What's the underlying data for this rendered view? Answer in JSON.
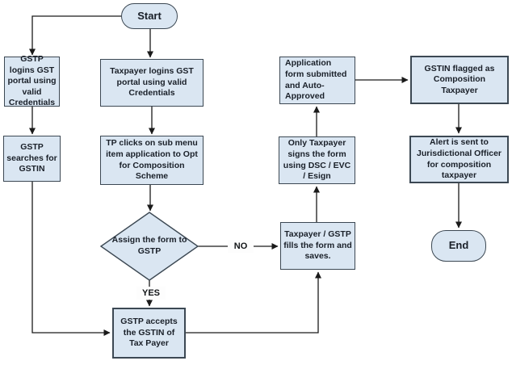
{
  "diagram_type": "flowchart",
  "colors": {
    "node_fill": "#dae6f2",
    "node_border": "#3c4853",
    "connector": "#1a1a1a",
    "text": "#1a2029",
    "background": "#ffffff"
  },
  "nodes": {
    "start": {
      "label": "Start",
      "shape": "terminator"
    },
    "gstp_login": {
      "label": "GSTP logins GST portal using valid Credentials",
      "shape": "process"
    },
    "taxpayer_login": {
      "label": "Taxpayer logins GST portal using valid Credentials",
      "shape": "process"
    },
    "gstp_search": {
      "label": "GSTP searches for GSTIN",
      "shape": "process"
    },
    "tp_clicks": {
      "label": "TP clicks on sub menu item application to Opt for Composition Scheme",
      "shape": "process"
    },
    "assign_decision": {
      "label": "Assign the form to GSTP",
      "shape": "decision"
    },
    "gstp_accepts": {
      "label": "GSTP accepts the GSTIN of Tax Payer",
      "shape": "process"
    },
    "fills_form": {
      "label": "Taxpayer / GSTP fills the form and saves.",
      "shape": "process"
    },
    "taxpayer_signs": {
      "label": "Only Taxpayer signs the form using DSC / EVC / Esign",
      "shape": "process"
    },
    "app_submitted": {
      "label": "Application form submitted and Auto-Approved",
      "shape": "process"
    },
    "gstin_flagged": {
      "label": "GSTIN flagged as Composition Taxpayer",
      "shape": "process"
    },
    "alert_officer": {
      "label": "Alert is sent to Jurisdictional Officer for composition taxpayer",
      "shape": "process"
    },
    "end": {
      "label": "End",
      "shape": "terminator"
    }
  },
  "edge_labels": {
    "yes": "YES",
    "no": "NO"
  },
  "edges": [
    {
      "from": "start",
      "to": "gstp_login"
    },
    {
      "from": "start",
      "to": "taxpayer_login"
    },
    {
      "from": "gstp_login",
      "to": "gstp_search"
    },
    {
      "from": "taxpayer_login",
      "to": "tp_clicks"
    },
    {
      "from": "gstp_search",
      "to": "gstp_accepts"
    },
    {
      "from": "tp_clicks",
      "to": "assign_decision"
    },
    {
      "from": "assign_decision",
      "to": "gstp_accepts",
      "label": "YES"
    },
    {
      "from": "assign_decision",
      "to": "fills_form",
      "label": "NO"
    },
    {
      "from": "gstp_accepts",
      "to": "fills_form"
    },
    {
      "from": "fills_form",
      "to": "taxpayer_signs"
    },
    {
      "from": "taxpayer_signs",
      "to": "app_submitted"
    },
    {
      "from": "app_submitted",
      "to": "gstin_flagged"
    },
    {
      "from": "gstin_flagged",
      "to": "alert_officer"
    },
    {
      "from": "alert_officer",
      "to": "end"
    }
  ]
}
